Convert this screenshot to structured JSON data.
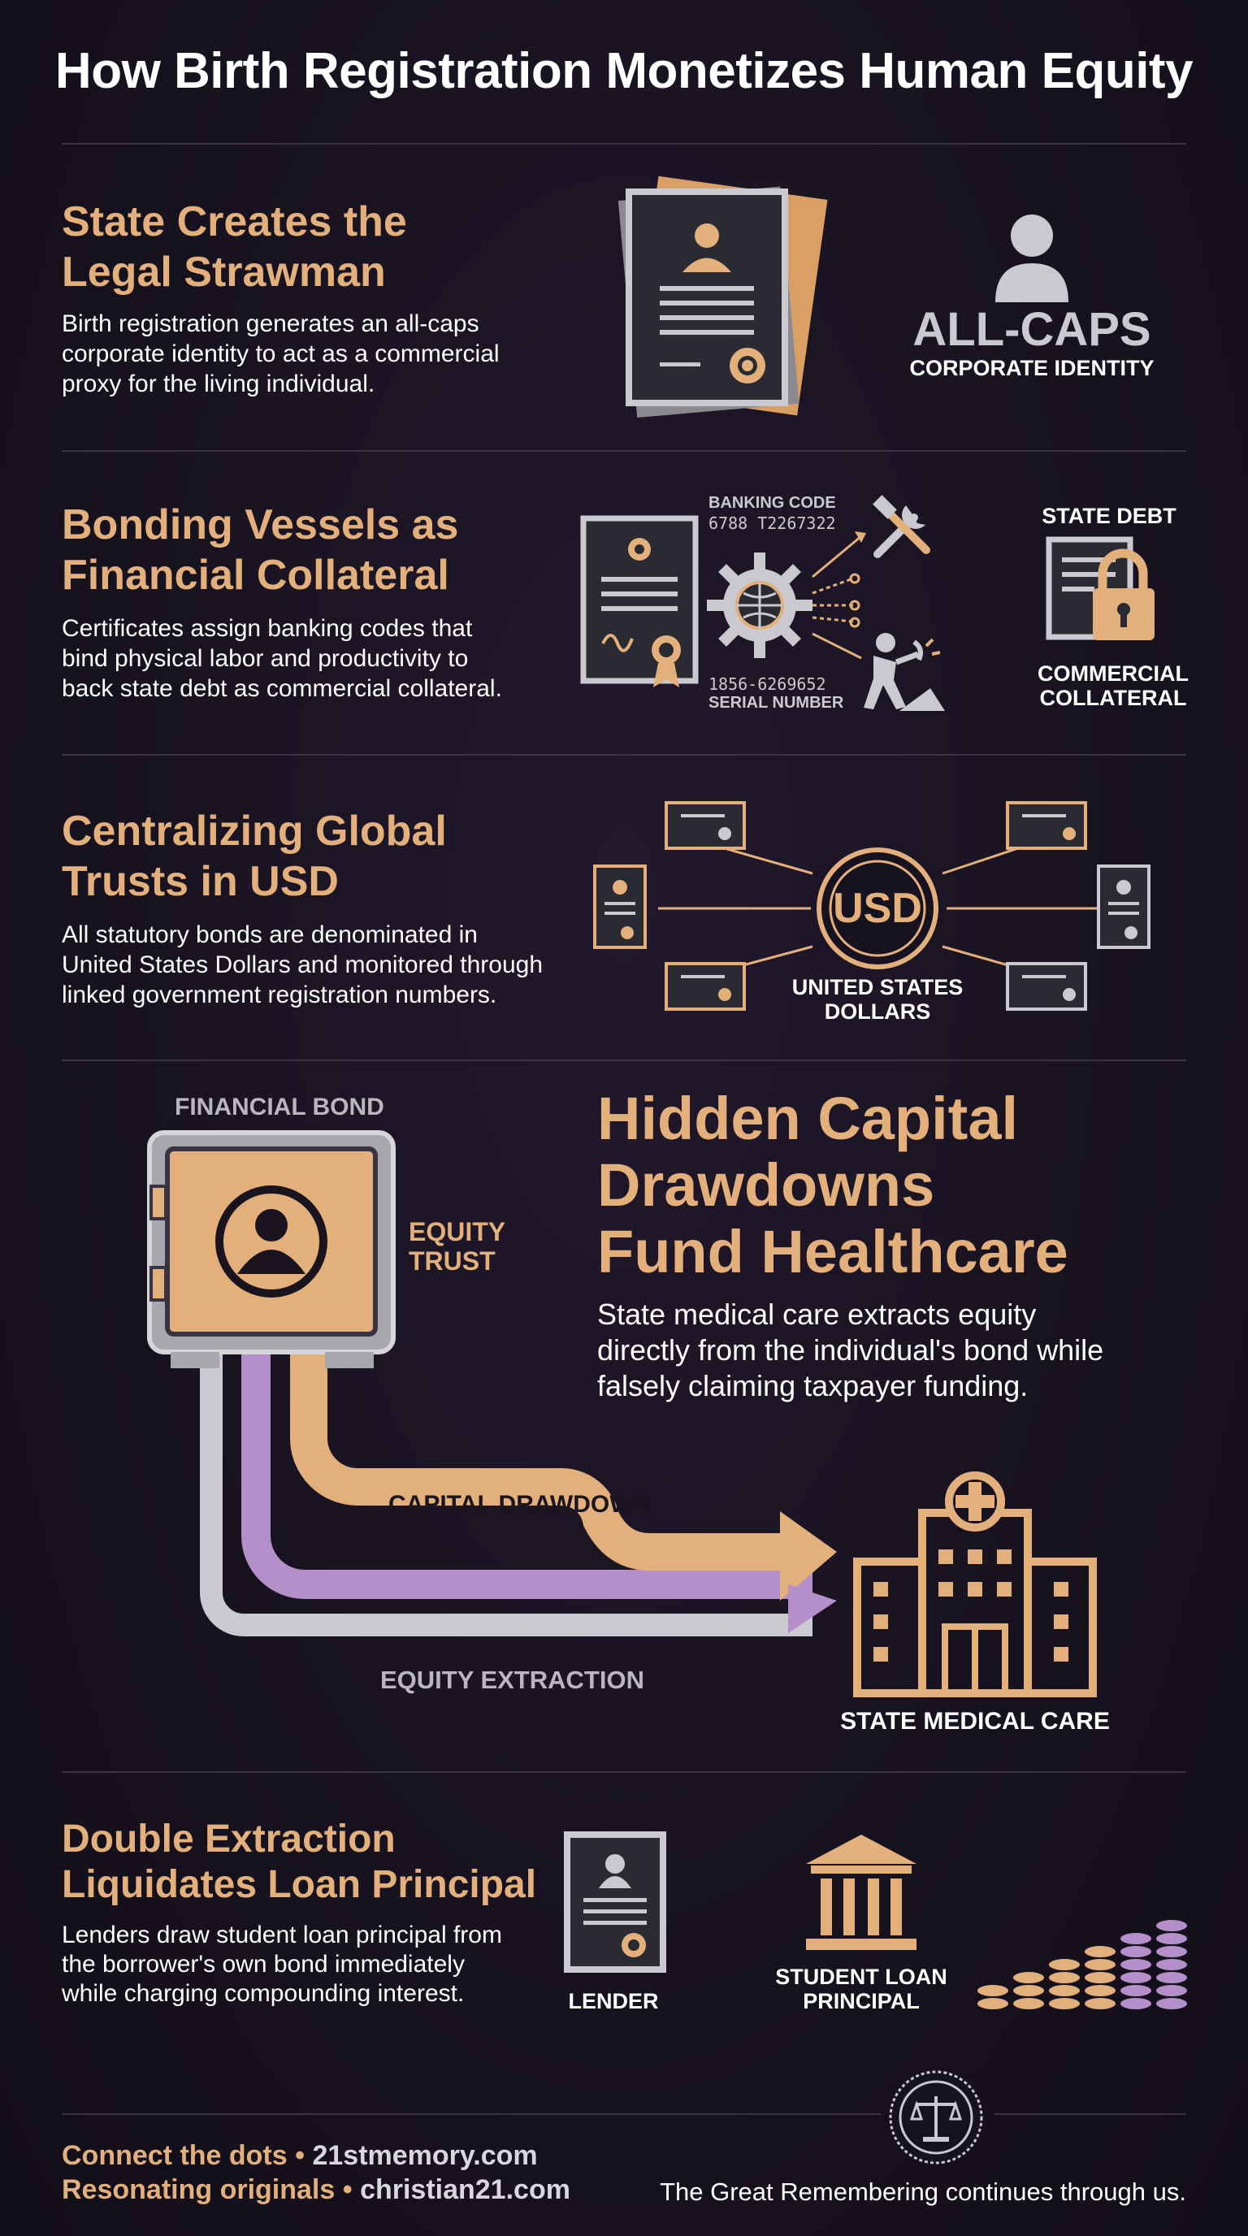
{
  "title": "How Birth Registration Monetizes Human Equity",
  "colors": {
    "gold": "#e3b07c",
    "purple": "#b48fc9",
    "grey": "#c9c9cf",
    "background": "#17121f"
  },
  "section1": {
    "heading": [
      "State Creates the",
      "Legal Strawman"
    ],
    "body": [
      "Birth registration generates an all-caps",
      "corporate identity to act as a commercial",
      "proxy for the living individual."
    ],
    "badge_big": "ALL-CAPS",
    "badge_small": "CORPORATE IDENTITY",
    "icons": [
      "certificate-icon",
      "person-icon"
    ]
  },
  "section2": {
    "heading": [
      "Bonding Vessels as",
      "Financial Collateral"
    ],
    "body": [
      "Certificates assign banking codes that",
      "bind physical labor and productivity to",
      "back state debt as commercial collateral."
    ],
    "banking_code_label": "BANKING CODE",
    "banking_code_number": "6788 T2267322",
    "serial_number": "1856-6269652",
    "serial_label": "SERIAL NUMBER",
    "state_debt": "STATE DEBT",
    "collateral": [
      "COMMERCIAL",
      "COLLATERAL"
    ],
    "icons": [
      "certificate-icon",
      "gear-icon",
      "tools-icon",
      "laborer-icon",
      "padlock-icon"
    ]
  },
  "section3": {
    "heading": [
      "Centralizing Global",
      "Trusts in USD"
    ],
    "body": [
      "All statutory bonds are denominated in",
      "United States Dollars and monitored through",
      "linked government registration numbers."
    ],
    "hub_text": "USD",
    "hub_label": [
      "UNITED STATES",
      "DOLLARS"
    ],
    "icons": [
      "usd-hub-icon",
      "bond-certificate-icon"
    ]
  },
  "section4": {
    "bond_label": "FINANCIAL BOND",
    "trust_label": [
      "EQUITY",
      "TRUST"
    ],
    "heading": [
      "Hidden Capital",
      "Drawdowns",
      "Fund Healthcare"
    ],
    "body": [
      "State medical care extracts equity",
      "directly from the individual's bond while",
      "falsely claiming taxpayer funding."
    ],
    "drawdown_label": "CAPITAL DRAWDOWN",
    "extraction_label": "EQUITY EXTRACTION",
    "hospital_label": "STATE MEDICAL CARE",
    "icons": [
      "safe-icon",
      "hospital-icon"
    ]
  },
  "section5": {
    "heading": [
      "Double Extraction",
      "Liquidates Loan Principal"
    ],
    "body": [
      "Lenders draw student loan principal from",
      "the borrower's own bond immediately",
      "while charging compounding interest."
    ],
    "lender_label": "LENDER",
    "principal_label": [
      "STUDENT LOAN",
      "PRINCIPAL"
    ],
    "icons": [
      "lender-certificate-icon",
      "bank-icon",
      "coin-stacks-icon"
    ]
  },
  "footer": {
    "line1_gold": "Connect the dots",
    "line1_site": "21stmemory.com",
    "line2_gold": "Resonating originals",
    "line2_site": "christian21.com",
    "separator": " • ",
    "tagline": "The Great Remembering continues through us.",
    "icons": [
      "scales-seal-icon"
    ]
  }
}
